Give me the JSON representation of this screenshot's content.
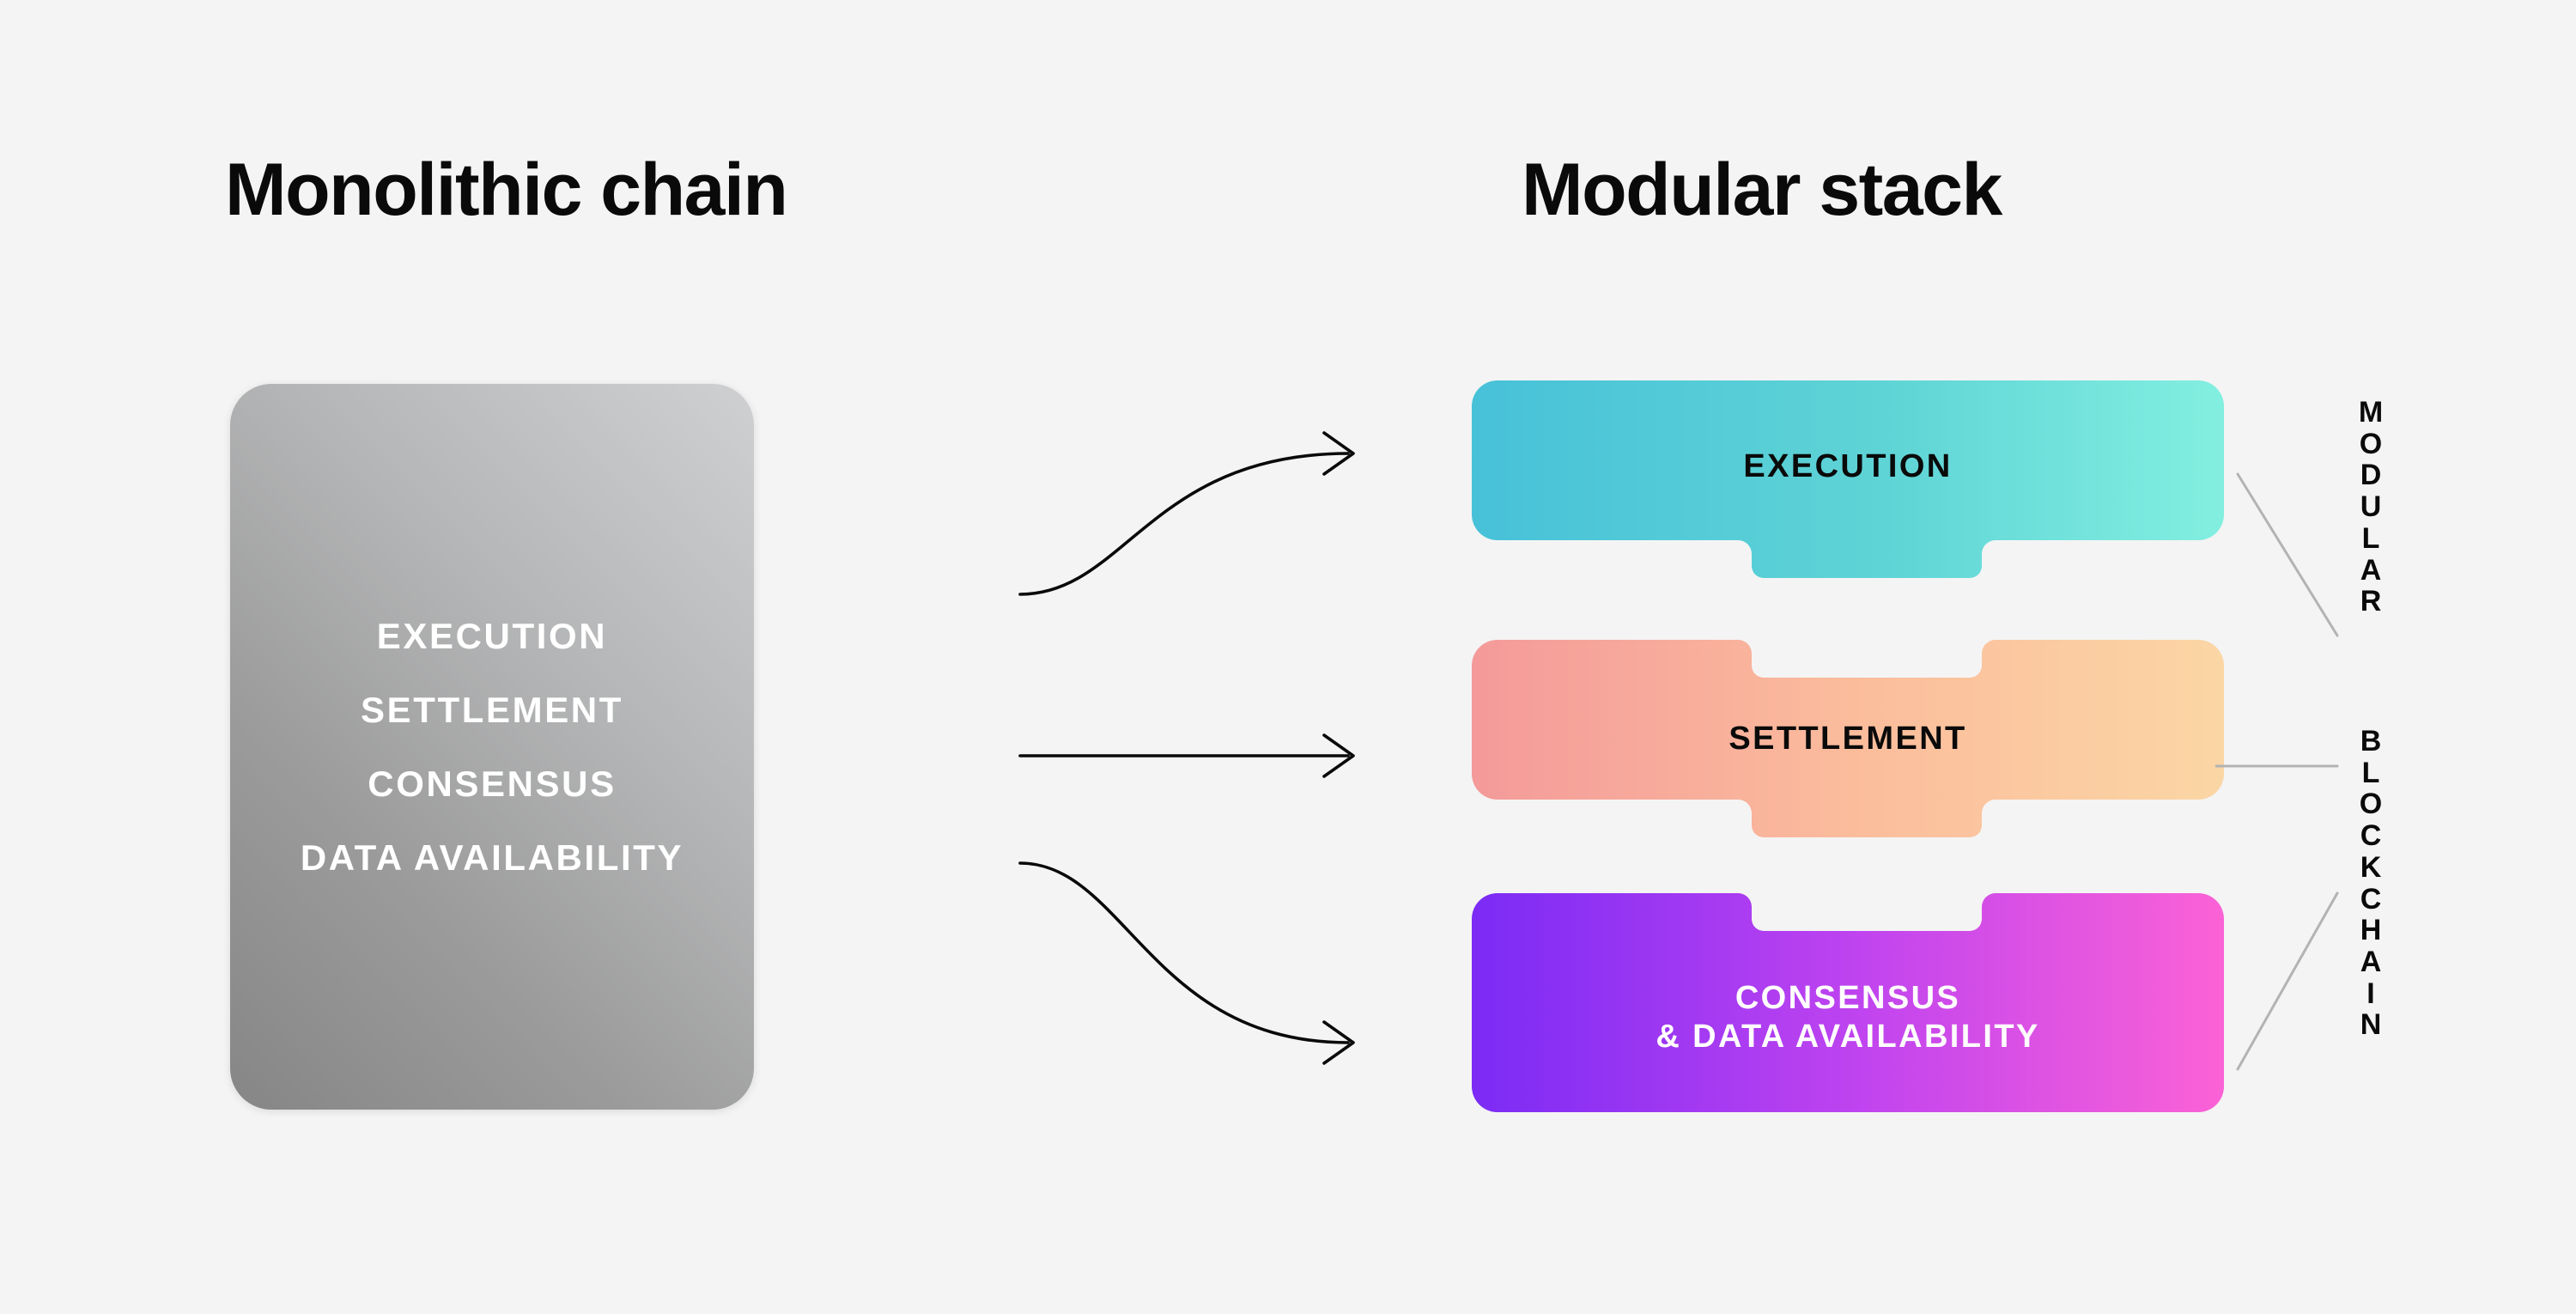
{
  "background_color": "#f4f4f4",
  "panels": {
    "left": {
      "title": "Monolithic chain",
      "box": {
        "name": "monolithic-chain-box",
        "gradient_from": "#868686",
        "gradient_to": "#cfd0d2",
        "text_color": "#ffffff",
        "layers": [
          "EXECUTION",
          "SETTLEMENT",
          "CONSENSUS",
          "DATA AVAILABILITY"
        ]
      }
    },
    "right": {
      "title": "Modular stack",
      "blocks": [
        {
          "id": "execution",
          "label": "EXECUTION",
          "gradient_from": "#47c1d8",
          "gradient_to": "#82efe0",
          "text_color": "#0a0a0a",
          "tab": "bottom"
        },
        {
          "id": "settlement",
          "label": "SETTLEMENT",
          "gradient_from": "#f49a9a",
          "gradient_to": "#fbd6a5",
          "text_color": "#0a0a0a",
          "tab": "top-notch-and-bottom-tab"
        },
        {
          "id": "consensus",
          "label": "CONSENSUS\n& DATA AVAILABILITY",
          "gradient_from": "#7b2bf5",
          "gradient_to": "#fb62d6",
          "text_color": "#ffffff",
          "tab": "top-notch"
        }
      ],
      "bracket_caption": {
        "line1": "MODULAR",
        "line2": "BLOCKCHAIN",
        "orientation": "vertical-stacked-letters",
        "color": "#0a0a0a",
        "bracket_color": "#b3b3b3"
      }
    }
  },
  "arrows": {
    "color": "#0a0a0a",
    "count": 3,
    "items": [
      {
        "name": "arrow-to-execution",
        "shape": "s-curve-up"
      },
      {
        "name": "arrow-to-settlement",
        "shape": "straight"
      },
      {
        "name": "arrow-to-consensus",
        "shape": "s-curve-down"
      }
    ]
  }
}
